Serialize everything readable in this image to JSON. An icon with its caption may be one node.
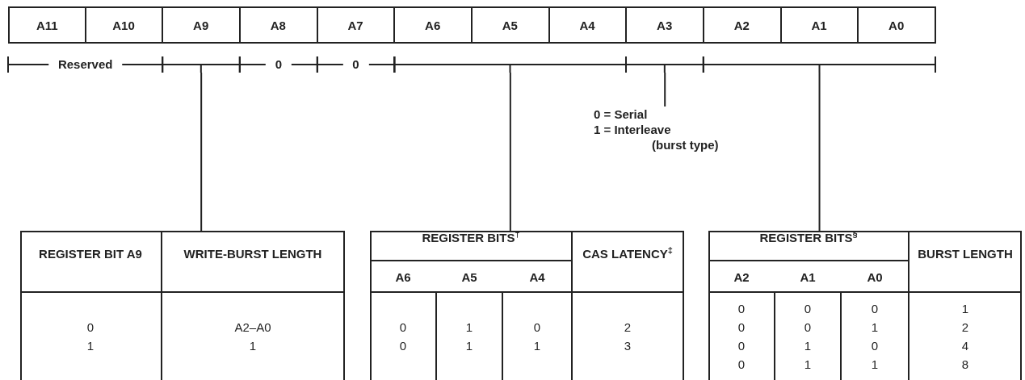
{
  "diagram": {
    "nodes": [
      {
        "text": [
          "A11"
        ]
      },
      {
        "text": [
          "A10"
        ]
      },
      {
        "text": [
          "A9"
        ]
      },
      {
        "text": [
          "A8"
        ]
      },
      {
        "text": [
          "A7"
        ]
      },
      {
        "text": [
          "A6"
        ]
      },
      {
        "text": [
          "A5"
        ]
      },
      {
        "text": [
          "A4"
        ]
      },
      {
        "text": [
          "A3"
        ]
      },
      {
        "text": [
          "A2"
        ]
      },
      {
        "text": [
          "A1"
        ]
      },
      {
        "text": [
          "A0"
        ]
      },
      {
        "text": [
          "Reserved"
        ]
      },
      {
        "text": [],
        "shape": "bar"
      },
      {
        "text": [
          "0"
        ]
      },
      {
        "text": [
          "0"
        ]
      },
      {
        "text": [],
        "shape": "bar"
      },
      {
        "text": [],
        "shape": "bar"
      },
      {
        "text": [],
        "shape": "bar"
      },
      {
        "text": [
          "0 = Serial",
          "1 = Interleave",
          "(burst type)"
        ]
      },
      {
        "text": [],
        "shape": "box"
      },
      {
        "text": [],
        "shape": "box"
      },
      {
        "text": [],
        "shape": "box"
      }
    ],
    "edges": [
      {
        "from": 13,
        "to": 20,
        "arrow": "none"
      },
      {
        "from": 16,
        "to": 21,
        "arrow": "none"
      },
      {
        "from": 17,
        "to": 19,
        "arrow": "none"
      },
      {
        "from": 18,
        "to": 22,
        "arrow": "none"
      }
    ],
    "labels": [
      "REGISTER BIT A9",
      "WRITE-BURST LENGTH",
      "0",
      "A2–A0",
      "1",
      "1",
      "REGISTER BITS$^{†}$",
      "CAS LATENCY$^{‡}$",
      "A6",
      "A5",
      "A4",
      "0",
      "1",
      "0",
      "2",
      "0",
      "1",
      "1",
      "3",
      "REGISTER BITS$^{§}$",
      "BURST LENGTH",
      "A2",
      "A1",
      "A0",
      "0",
      "0",
      "0",
      "1",
      "0",
      "0",
      "1",
      "2",
      "0",
      "1",
      "0",
      "4",
      "0",
      "1",
      "1",
      "8"
    ]
  }
}
